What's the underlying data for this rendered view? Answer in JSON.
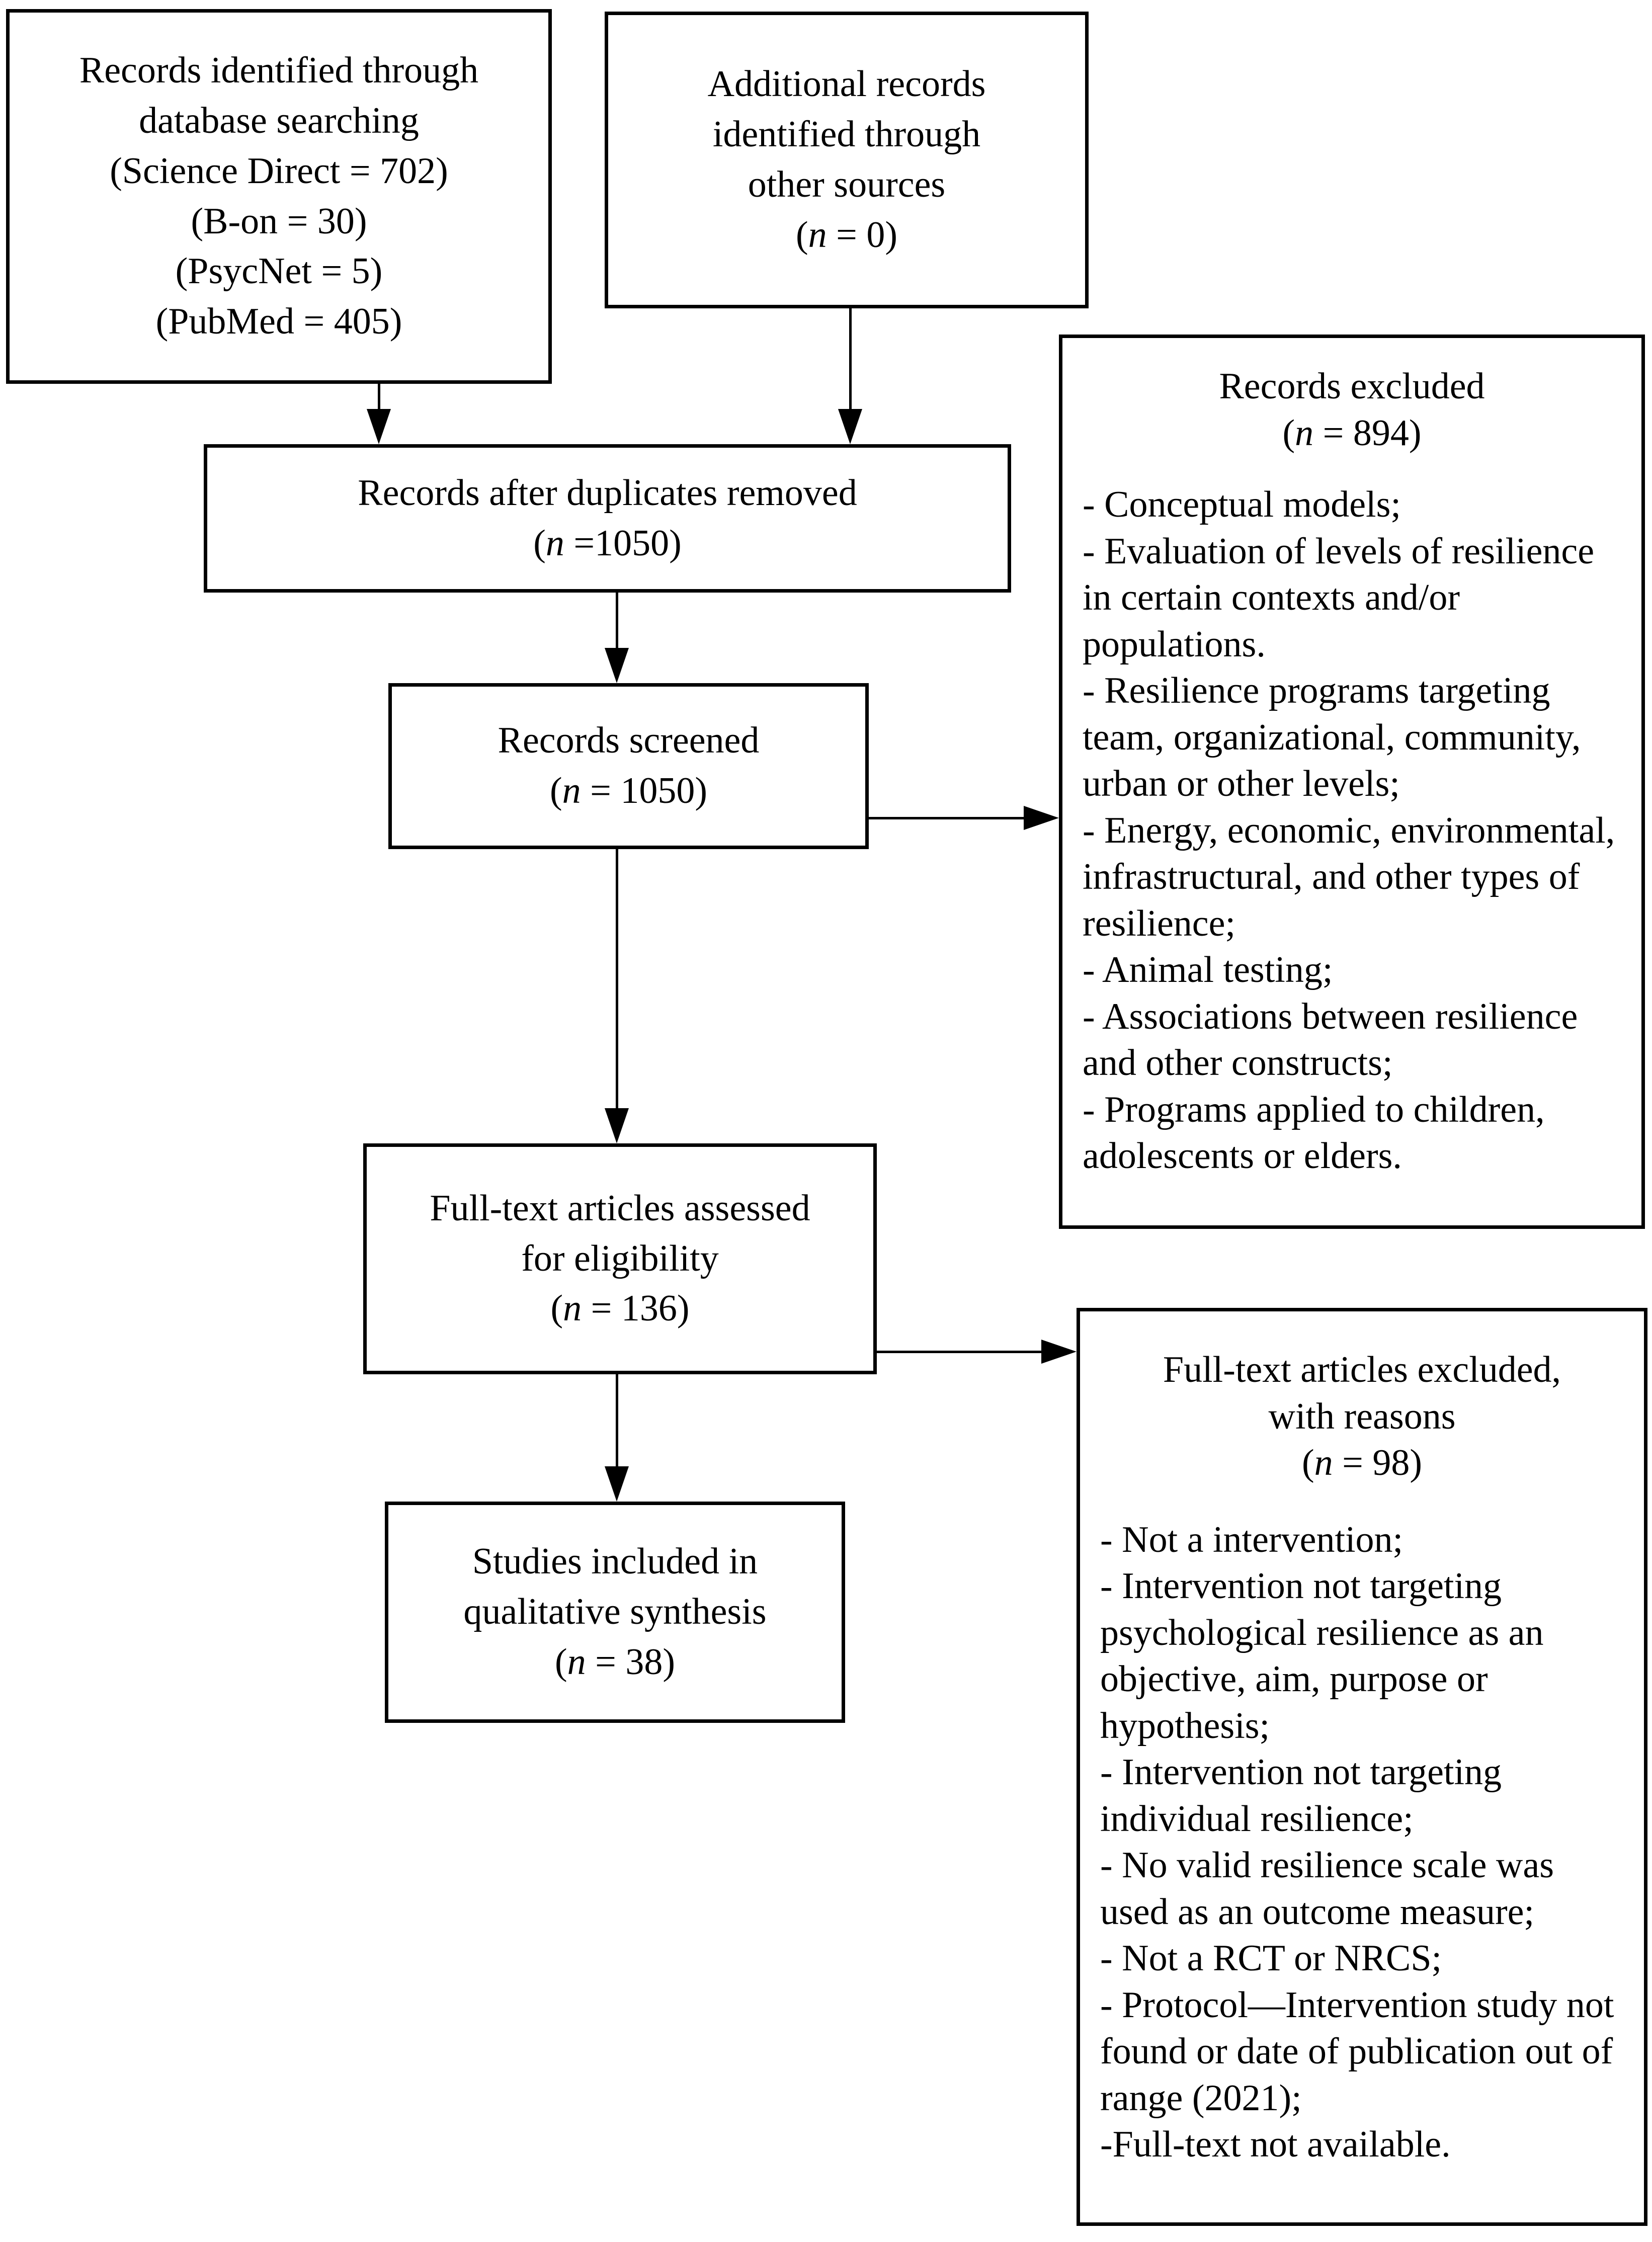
{
  "colors": {
    "ink": "#000000",
    "paper": "#ffffff"
  },
  "boxes": {
    "identification": {
      "title": "Records identified through database searching",
      "sources": [
        "(Science Direct = 702)",
        "(B-on = 30)",
        "(PsycNet = 5)",
        "(PubMed = 405)"
      ]
    },
    "additional": {
      "title": "Additional records identified through other sources",
      "count": "(n = 0)"
    },
    "duplicates_removed": {
      "title": "Records after duplicates removed",
      "count": "(n =1050)"
    },
    "screened": {
      "title": "Records screened",
      "count": "(n = 1050)"
    },
    "records_excluded": {
      "title": "Records excluded",
      "count": "(n = 894)",
      "reasons": [
        "- Conceptual models;",
        "- Evaluation of levels of resilience in certain contexts and/or populations.",
        "- Resilience programs targeting team, organizational, community, urban or other levels;",
        "- Energy, economic, environmental, infrastructural, and other types of resilience;",
        "- Animal testing;",
        "- Associations between resilience and other constructs;",
        "- Programs applied to children, adolescents or elders."
      ]
    },
    "fulltext_assessed": {
      "title": "Full-text articles assessed for eligibility",
      "count": "(n = 136)"
    },
    "fulltext_excluded": {
      "title_line1": "Full-text articles excluded,",
      "title_line2": "with reasons",
      "count": "(n = 98)",
      "reasons": [
        "- Not a intervention;",
        "- Intervention not targeting psychological resilience as an objective, aim, purpose or hypothesis;",
        "- Intervention not targeting individual resilience;",
        "- No valid resilience scale was used as an outcome measure;",
        "- Not a RCT or NRCS;",
        "- Protocol—Intervention study not found or date of publication out of range (2021);",
        "-Full-text not available."
      ]
    },
    "included": {
      "title": "Studies included in qualitative synthesis",
      "count": "(n = 38)"
    }
  }
}
